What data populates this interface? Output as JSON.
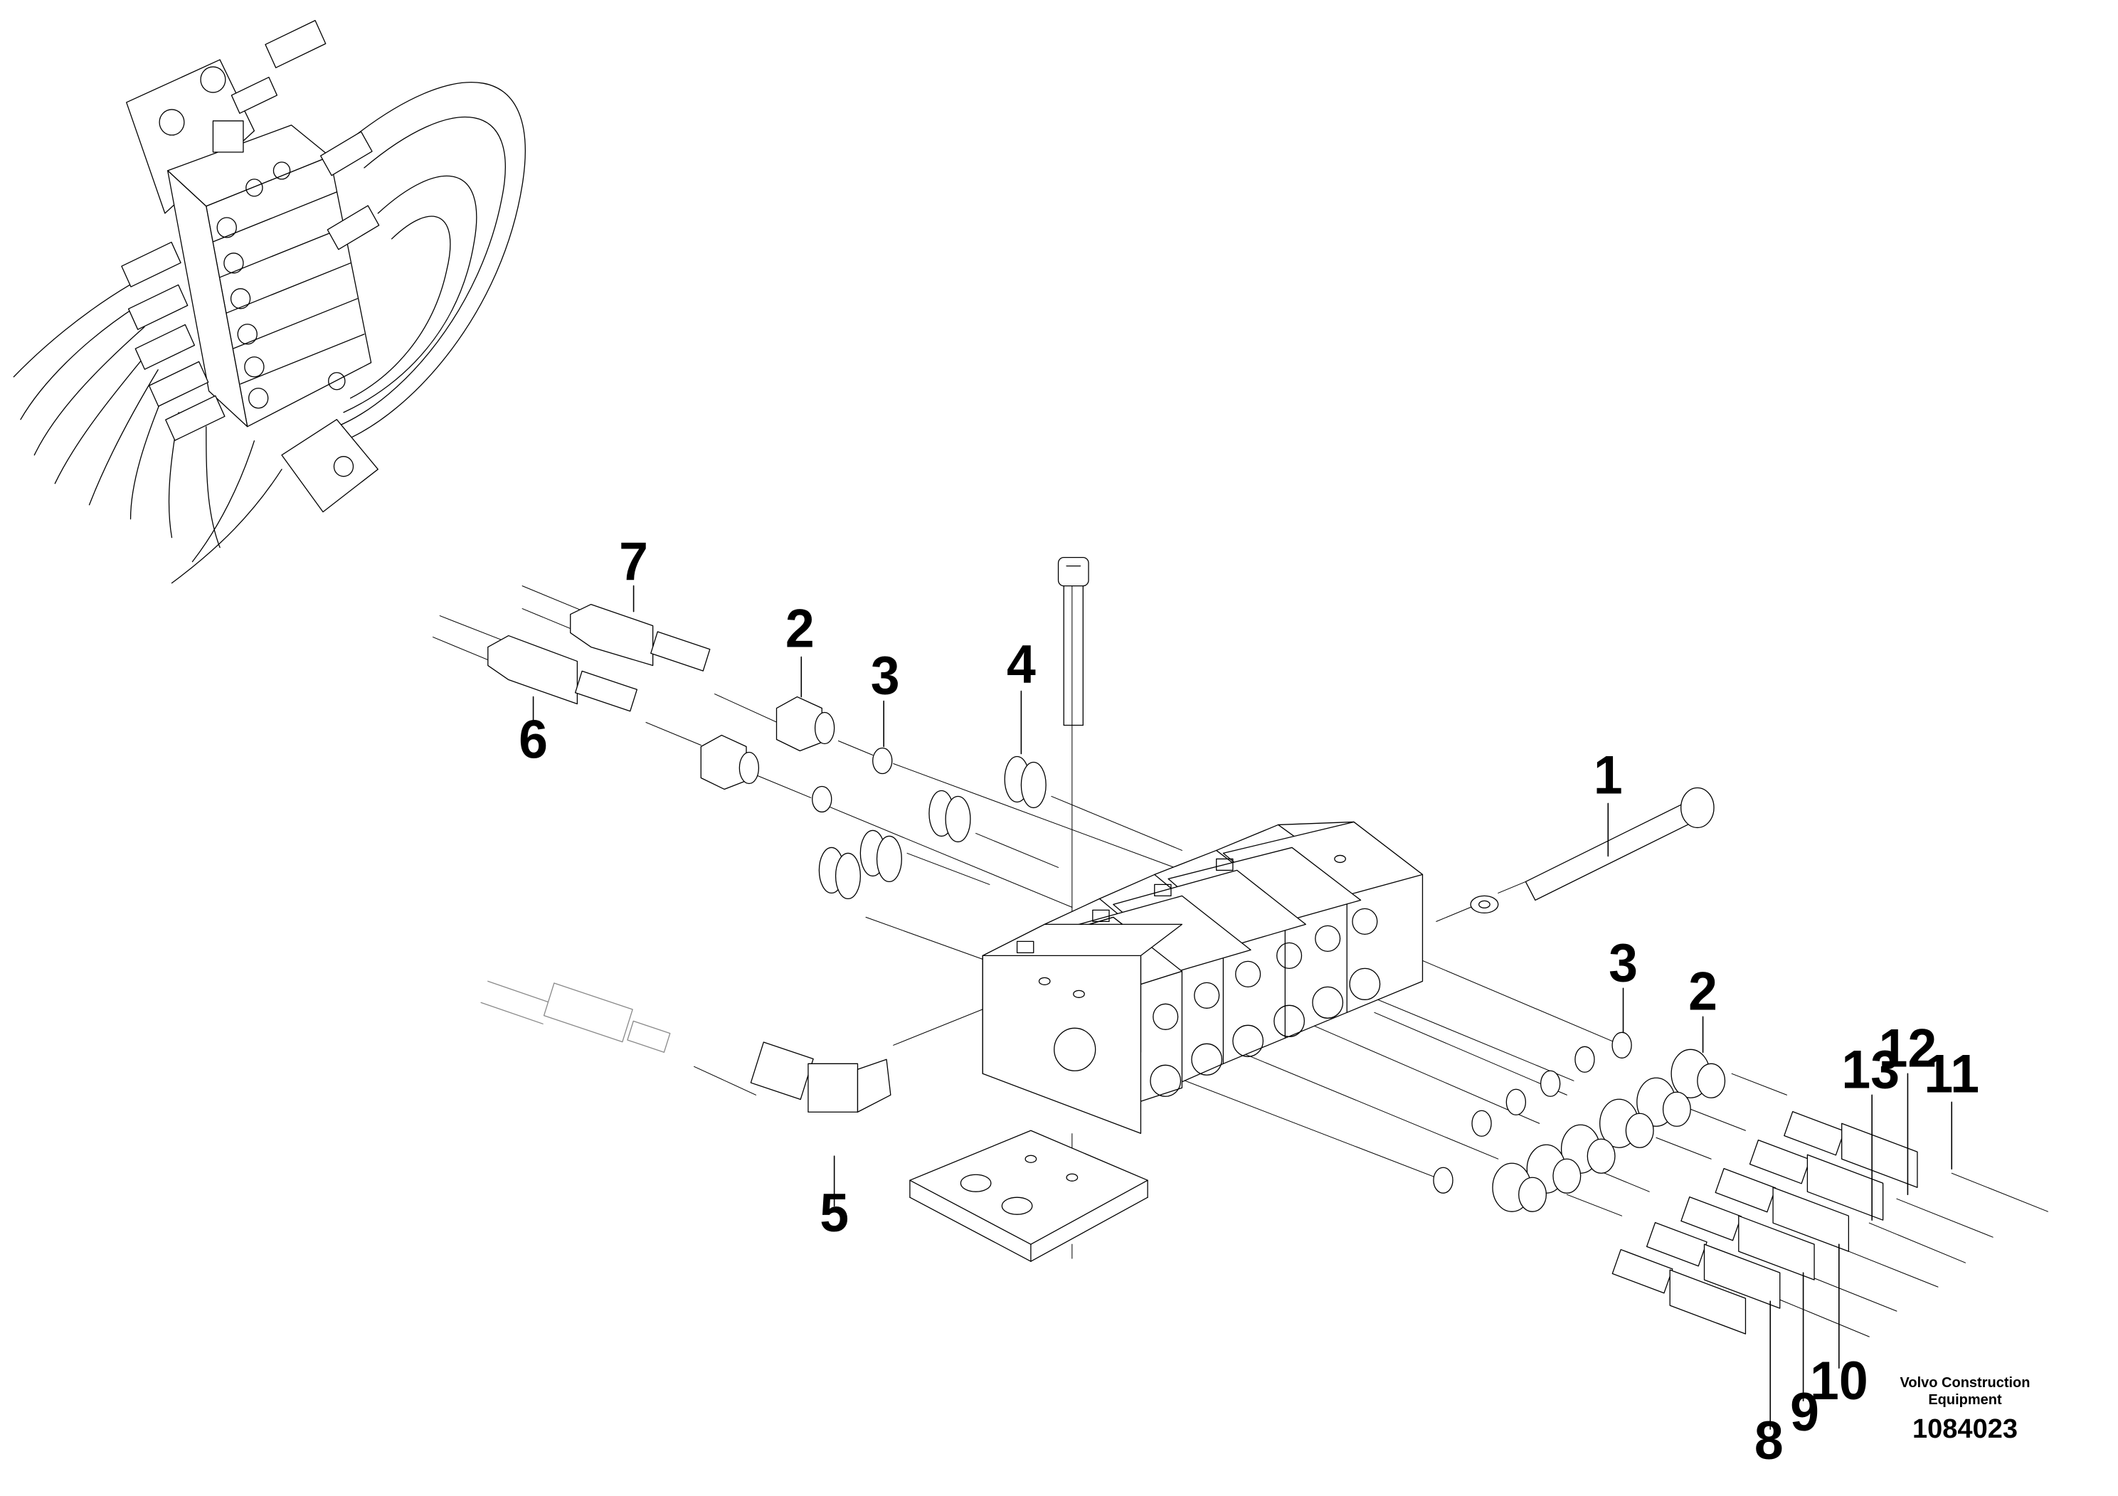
{
  "callouts": [
    {
      "label": "1"
    },
    {
      "label": "2"
    },
    {
      "label": "2"
    },
    {
      "label": "3"
    },
    {
      "label": "3"
    },
    {
      "label": "4"
    },
    {
      "label": "5"
    },
    {
      "label": "6"
    },
    {
      "label": "7"
    },
    {
      "label": "8"
    },
    {
      "label": "9"
    },
    {
      "label": "10"
    },
    {
      "label": "11"
    },
    {
      "label": "12"
    },
    {
      "label": "13"
    }
  ],
  "branding": {
    "maker_line1": "Volvo Construction",
    "maker_line2": "Equipment",
    "doc_number": "1084023"
  }
}
